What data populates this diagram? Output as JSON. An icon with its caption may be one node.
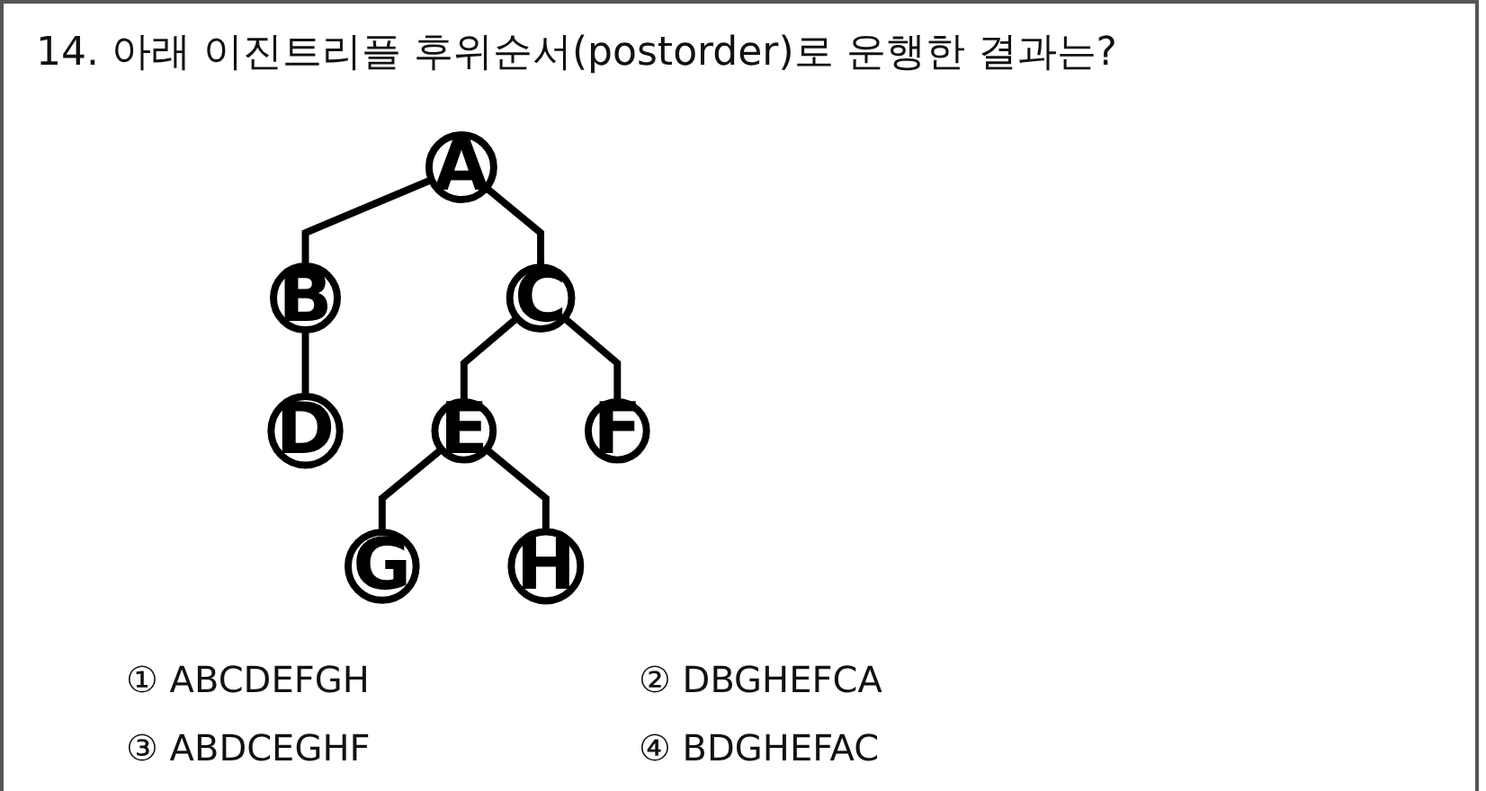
{
  "diagram": {
    "title": "14. 아래 이진트리플 후위순서(postorder)로 운행한 결과는?",
    "nodes": [
      {
        "text": [
          "A"
        ]
      },
      {
        "text": [
          "B"
        ]
      },
      {
        "text": [
          "C"
        ]
      },
      {
        "text": [
          "D"
        ]
      },
      {
        "text": [
          "E"
        ]
      },
      {
        "text": [
          "F"
        ]
      },
      {
        "text": [
          "G"
        ]
      },
      {
        "text": [
          "H"
        ]
      }
    ],
    "edges": [
      {
        "from": 0,
        "to": 1,
        "arrow": "none"
      },
      {
        "from": 0,
        "to": 2,
        "arrow": "none"
      },
      {
        "from": 1,
        "to": 3,
        "arrow": "none"
      },
      {
        "from": 2,
        "to": 4,
        "arrow": "none"
      },
      {
        "from": 2,
        "to": 5,
        "arrow": "none"
      },
      {
        "from": 4,
        "to": 6,
        "arrow": "none"
      },
      {
        "from": 4,
        "to": 7,
        "arrow": "none"
      }
    ],
    "labels": [
      "① ABCDEFGH",
      "② DBGHEFCA",
      "③ ABDCEGHF",
      "④ BDGHEFAC"
    ]
  }
}
